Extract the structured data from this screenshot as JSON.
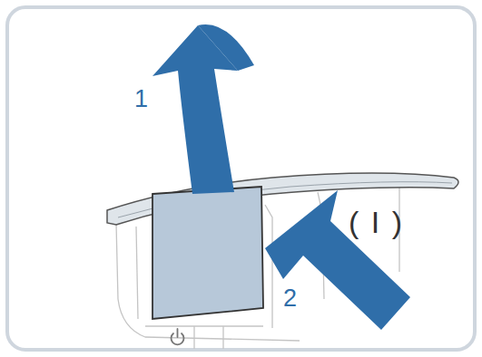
{
  "diagram": {
    "labels": [
      "1",
      "2",
      "( I )"
    ]
  }
}
